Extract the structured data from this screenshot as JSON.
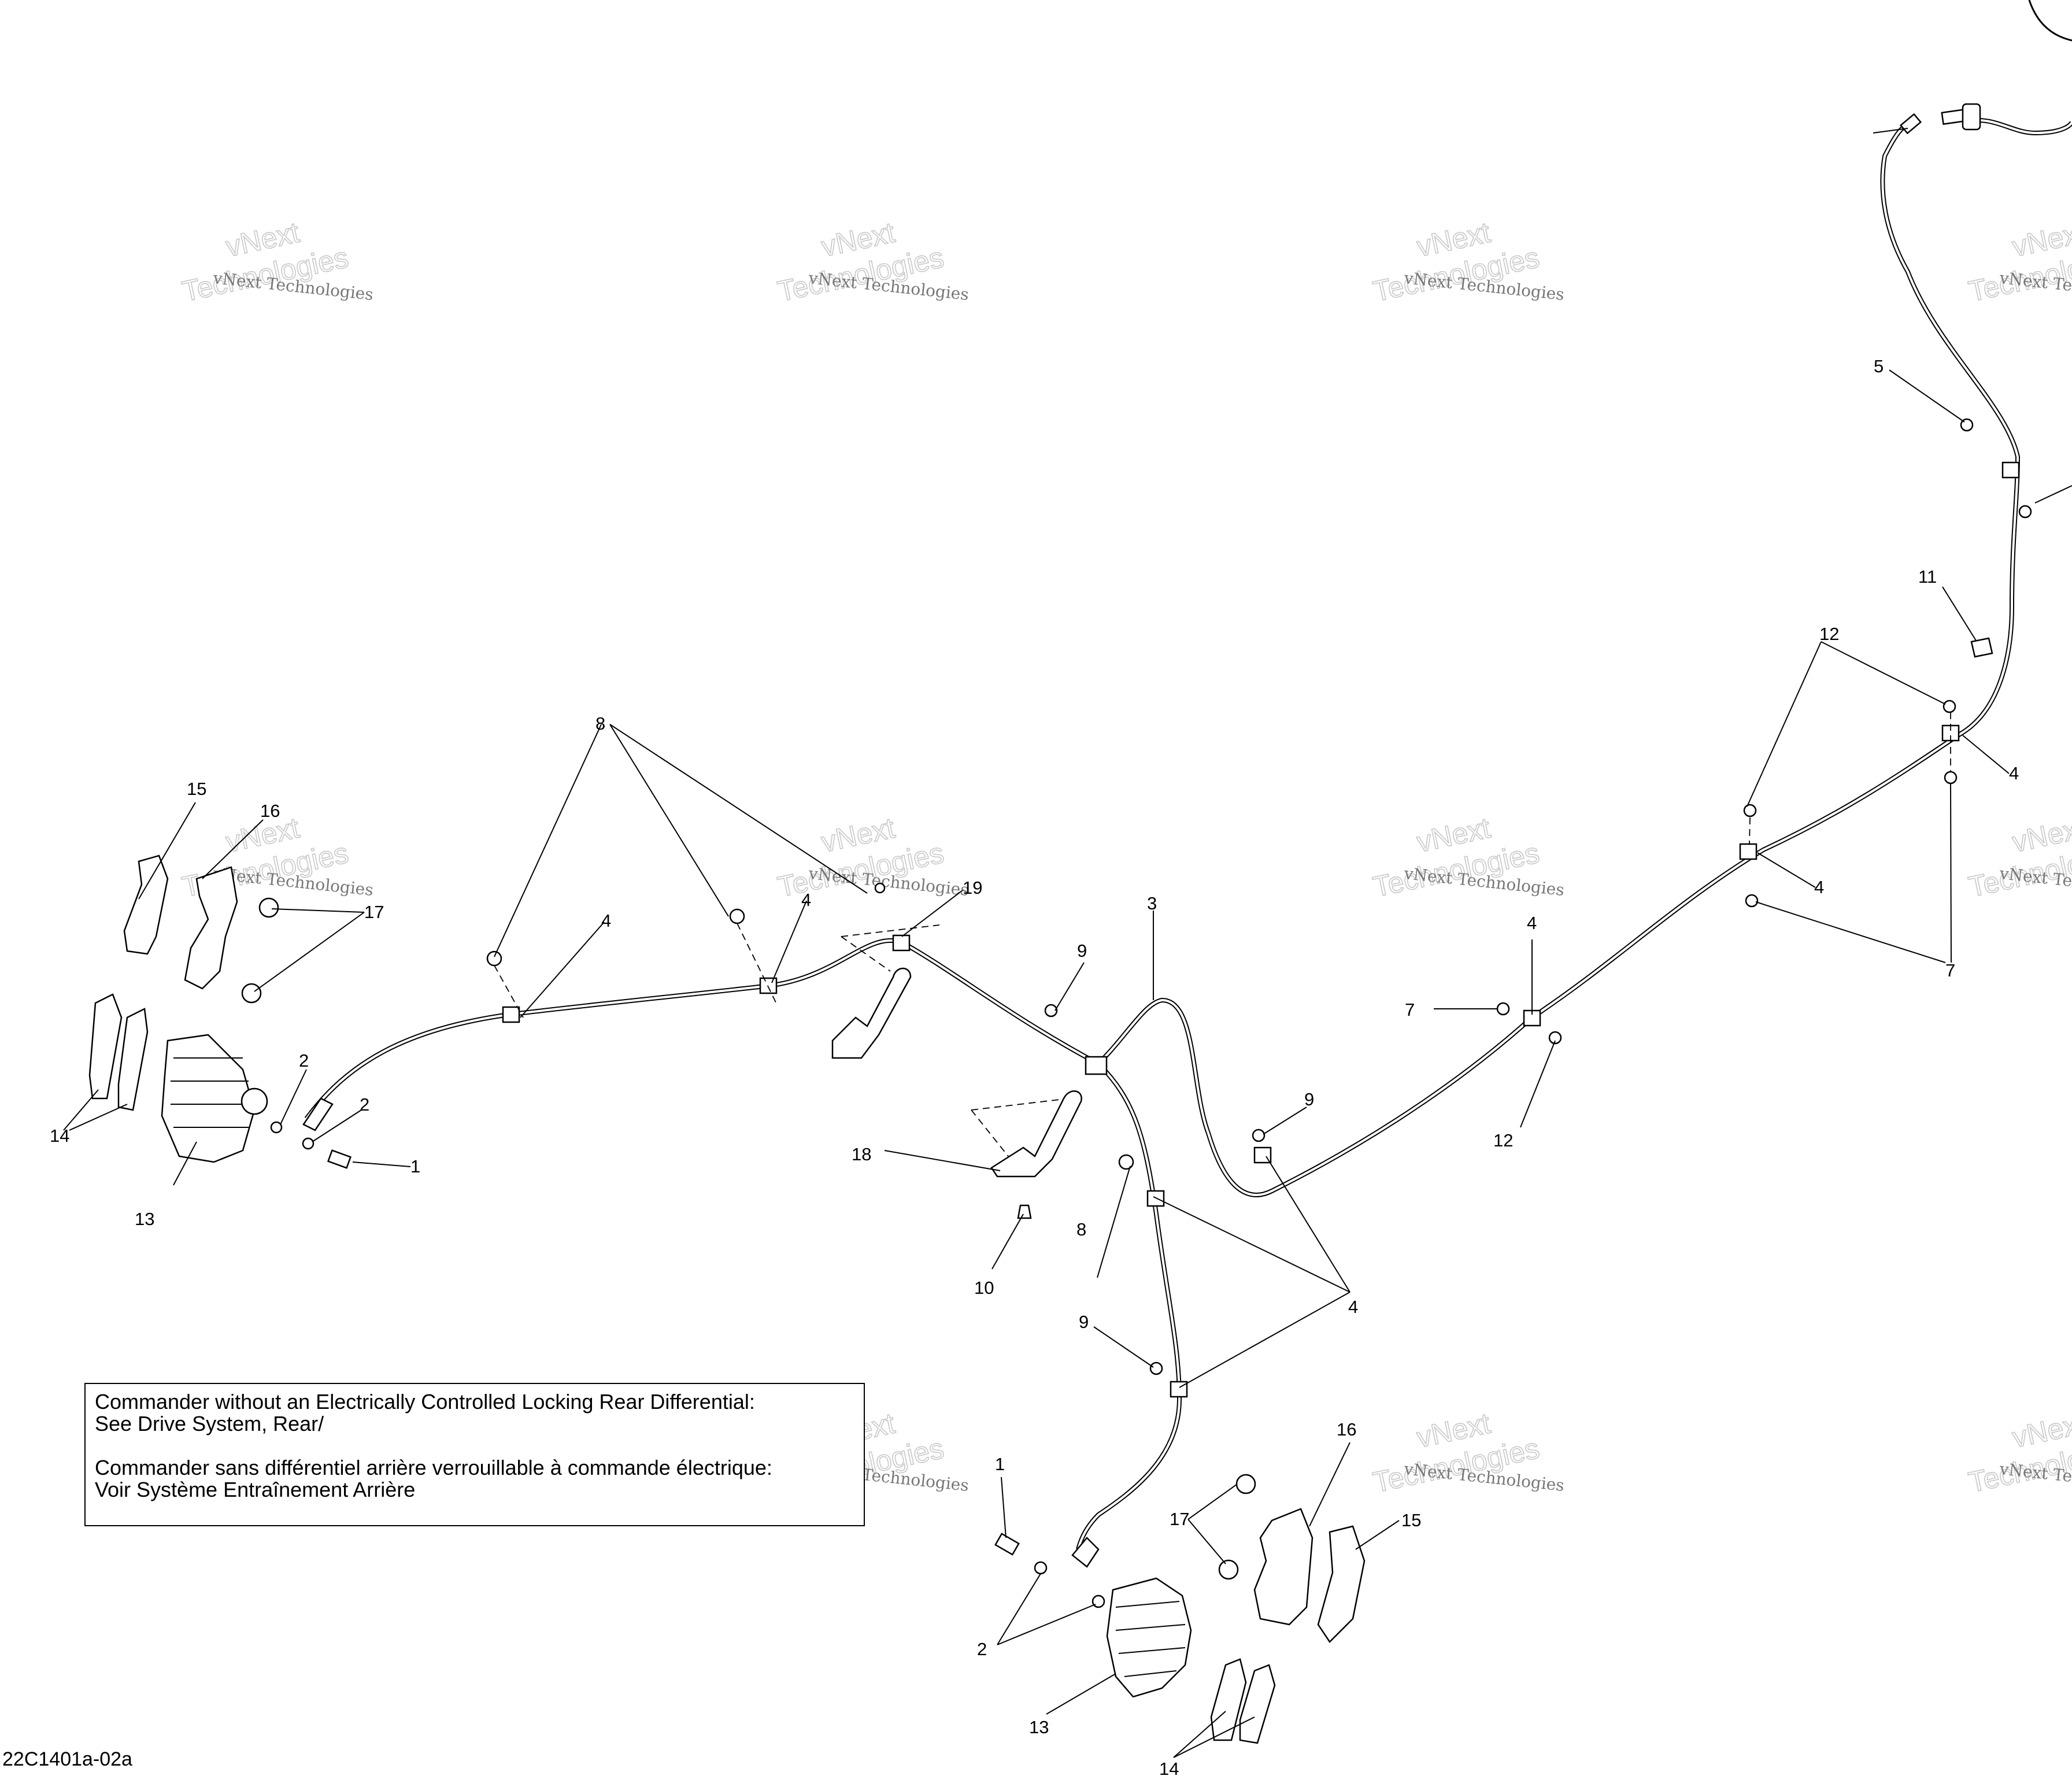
{
  "watermark": {
    "line1": "vNext",
    "line2": "vNext Technologies",
    "line3": "Technologies"
  },
  "callouts": {
    "c1a": "1",
    "c1b": "1",
    "c2a": "2",
    "c2b": "2",
    "c2c": "2",
    "c3": "3",
    "c4a": "4",
    "c4b": "4",
    "c4c": "4",
    "c4d": "4",
    "c4e": "4",
    "c4f": "4",
    "c5": "5",
    "c7a": "7",
    "c7b": "7",
    "c8a": "8",
    "c8b": "8",
    "c9a": "9",
    "c9b": "9",
    "c9c": "9",
    "c10": "10",
    "c11": "11",
    "c12a": "12",
    "c12b": "12",
    "c13a": "13",
    "c13b": "13",
    "c14a": "14",
    "c14b": "14",
    "c15a": "15",
    "c15b": "15",
    "c16a": "16",
    "c16b": "16",
    "c17a": "17",
    "c17b": "17",
    "c18": "18",
    "c19": "19"
  },
  "note": {
    "line1": "Commander without an Electrically Controlled Locking Rear Differential:",
    "line2": "See Drive System, Rear/",
    "line3": "Commander sans différentiel arrière verrouillable à commande électrique:",
    "line4": "Voir Système Entraînement Arrière"
  },
  "reference_code": "22C1401a-02a"
}
